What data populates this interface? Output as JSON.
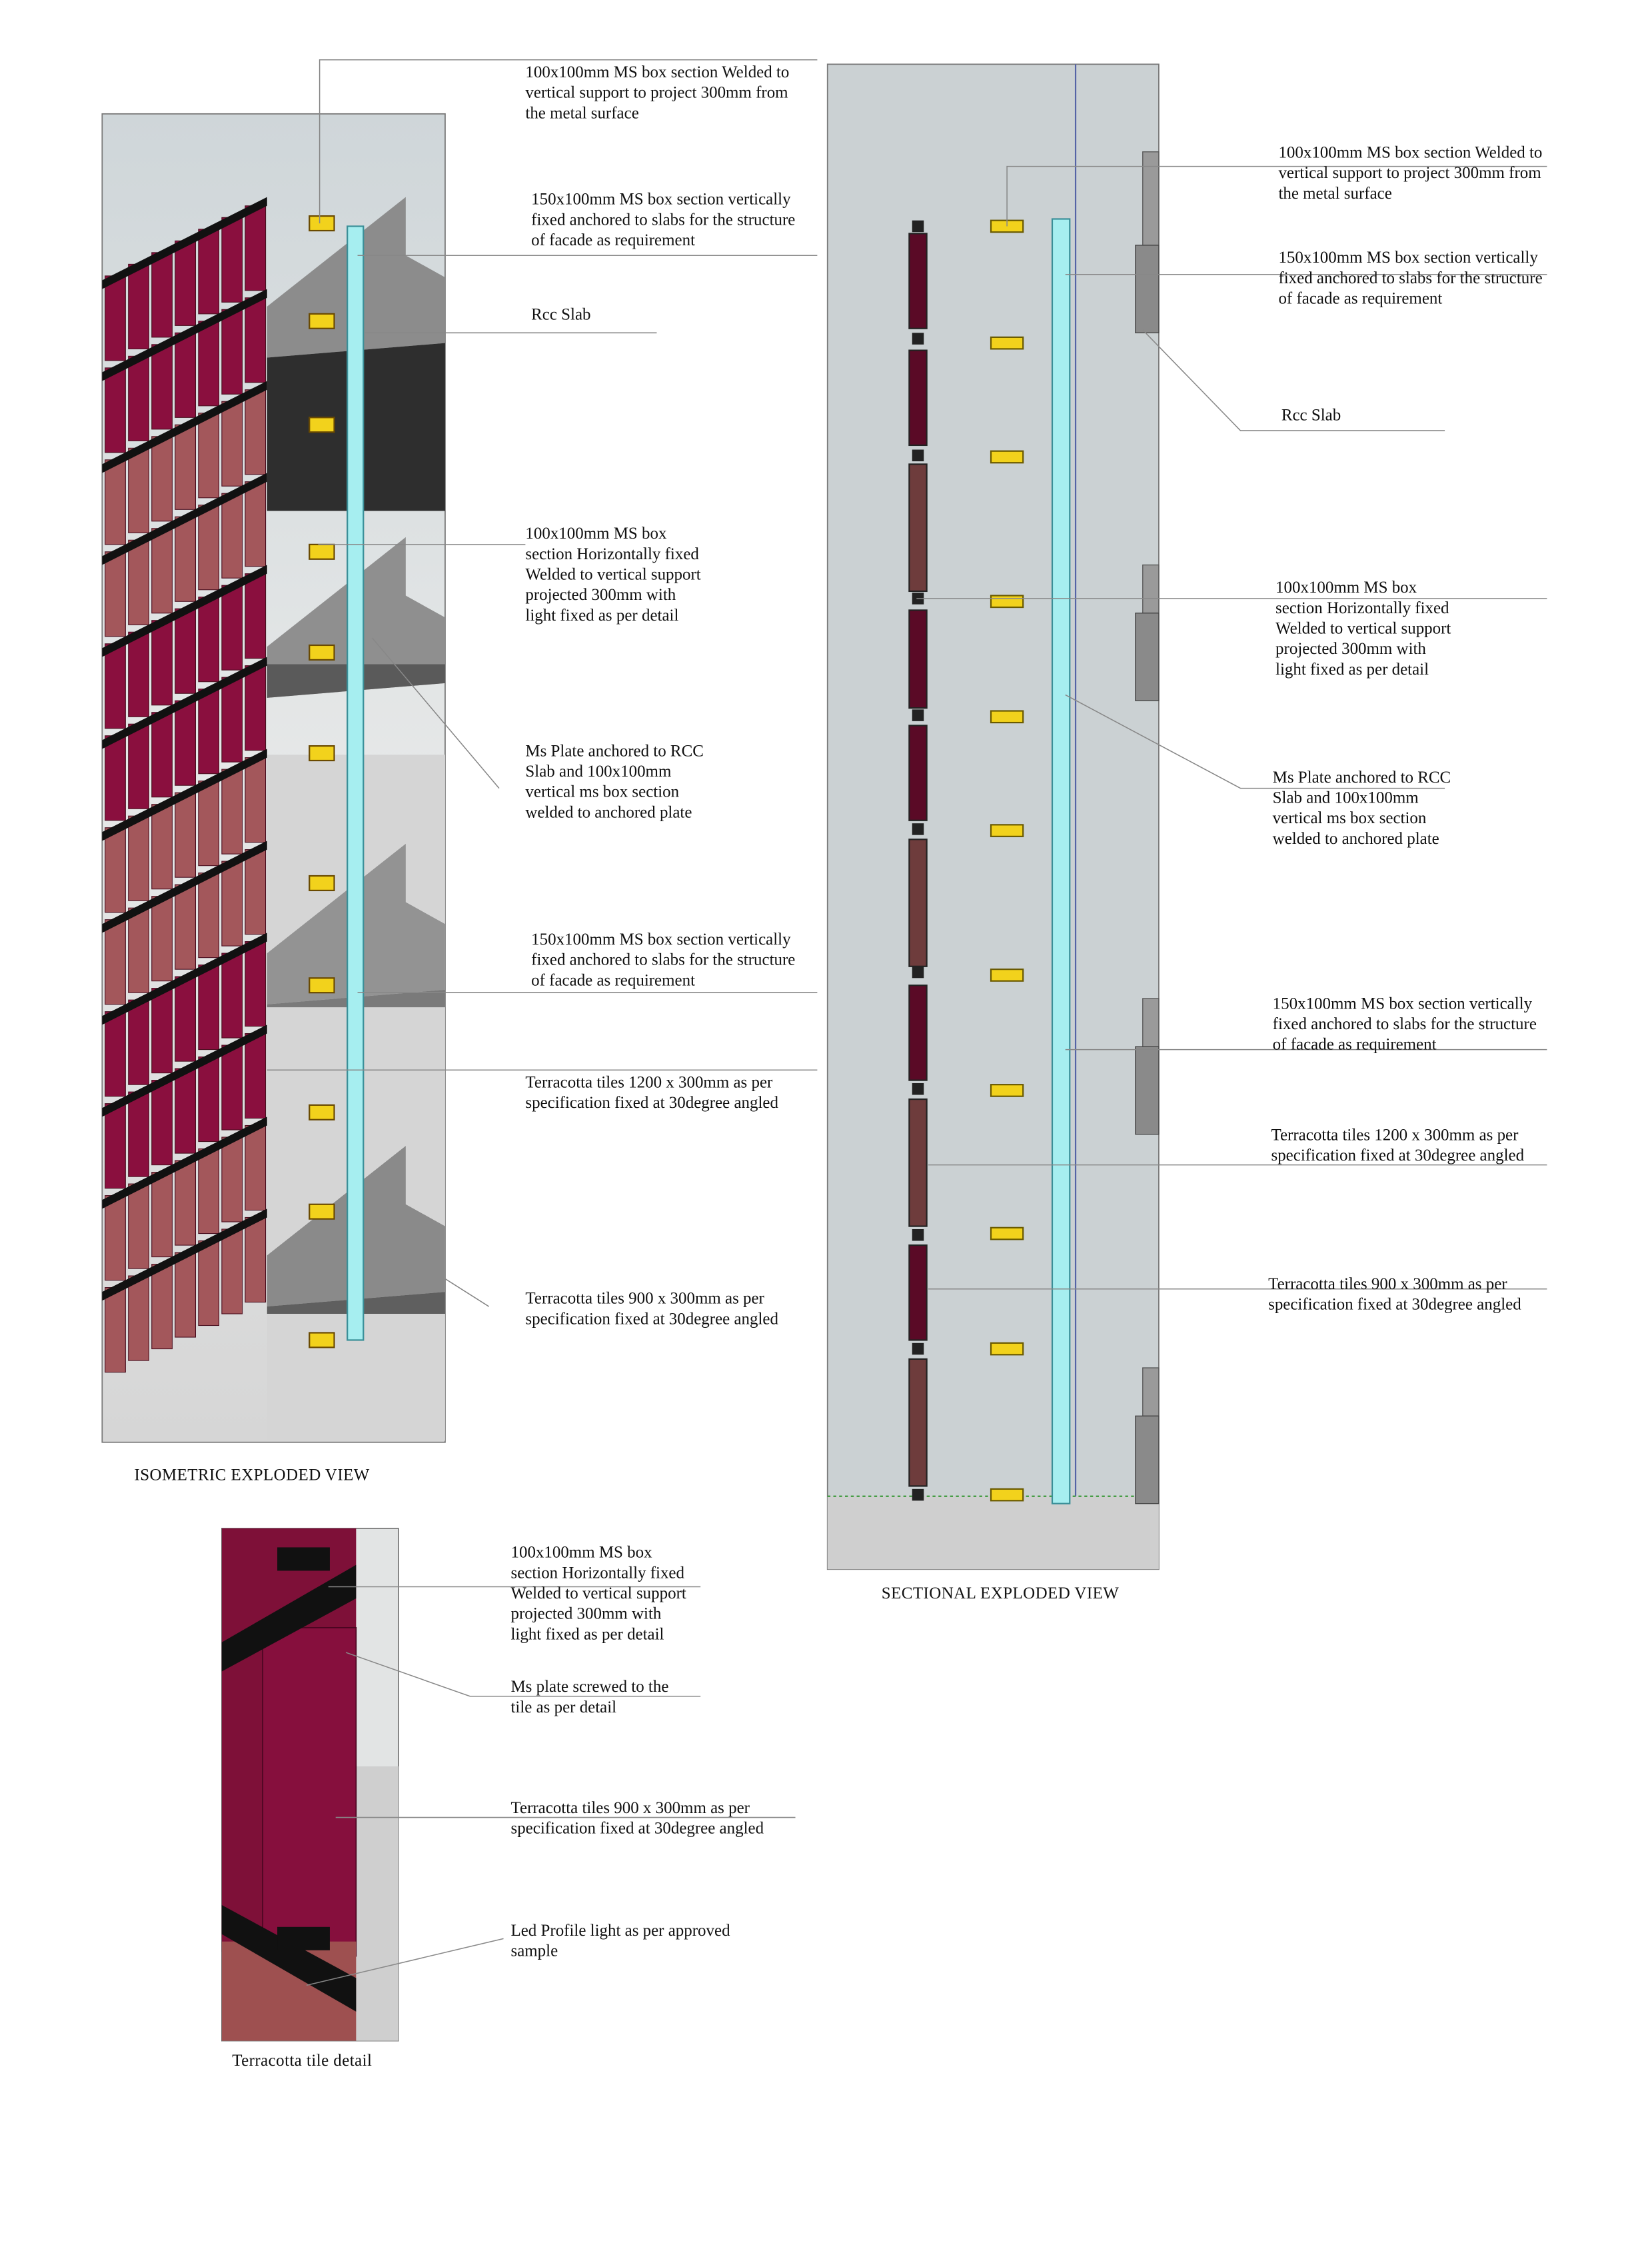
{
  "isometric": {
    "caption": "ISOMETRIC EXPLODED VIEW",
    "labels": [
      [
        "100x100mm MS box section Welded to",
        "vertical support to project 300mm from",
        "the metal surface"
      ],
      [
        "150x100mm MS box section vertically",
        "fixed anchored to slabs for the structure",
        "of facade as requirement"
      ],
      [
        "Rcc Slab"
      ],
      [
        "100x100mm MS box",
        "section Horizontally fixed",
        "Welded to vertical support",
        "projected 300mm with",
        "light fixed as per detail"
      ],
      [
        "Ms Plate anchored to RCC",
        "Slab and 100x100mm",
        "vertical ms box section",
        "welded to anchored plate"
      ],
      [
        "150x100mm MS box section vertically",
        "fixed anchored to slabs for the structure",
        "of facade as requirement"
      ],
      [
        "Terracotta tiles  1200 x 300mm as per",
        "specification fixed at 30degree angled"
      ],
      [
        "Terracotta tiles  900 x 300mm as per",
        "specification fixed at 30degree angled"
      ]
    ]
  },
  "sectional": {
    "caption": "SECTIONAL EXPLODED VIEW",
    "labels": [
      [
        "100x100mm MS box section Welded to",
        "vertical support to project 300mm from",
        "the metal surface"
      ],
      [
        "150x100mm MS box section vertically",
        "fixed anchored to slabs for the structure",
        "of facade as requirement"
      ],
      [
        "Rcc Slab"
      ],
      [
        "100x100mm MS box",
        "section Horizontally fixed",
        "Welded to vertical support",
        "projected 300mm with",
        "light fixed as per detail"
      ],
      [
        "Ms Plate anchored to RCC",
        "Slab and 100x100mm",
        "vertical ms box section",
        "welded to anchored plate"
      ],
      [
        "150x100mm MS box section vertically",
        "fixed anchored to slabs for the structure",
        "of facade as requirement"
      ],
      [
        "Terracotta tiles  1200 x 300mm as per",
        "specification fixed at 30degree angled"
      ],
      [
        "Terracotta tiles  900 x 300mm as per",
        "specification fixed at 30degree angled"
      ]
    ]
  },
  "detail": {
    "caption": "Terracotta tile detail",
    "labels": [
      [
        "100x100mm MS box",
        "section Horizontally fixed",
        "Welded to vertical support",
        "projected 300mm with",
        "light fixed as per detail"
      ],
      [
        "Ms plate screwed to the",
        "tile as per detail"
      ],
      [
        "Terracotta tiles  900 x 300mm as per",
        "specification fixed at 30degree angled"
      ],
      [
        "Led Profile light as per approved",
        "sample"
      ]
    ]
  },
  "colors": {
    "tile_dark": "#8a0f3e",
    "tile_light": "#a3575b",
    "steel_blue": "#a6eef0",
    "led": "#f2d21c",
    "slab": "#8e8e8e",
    "background": "#cdd3d6"
  }
}
